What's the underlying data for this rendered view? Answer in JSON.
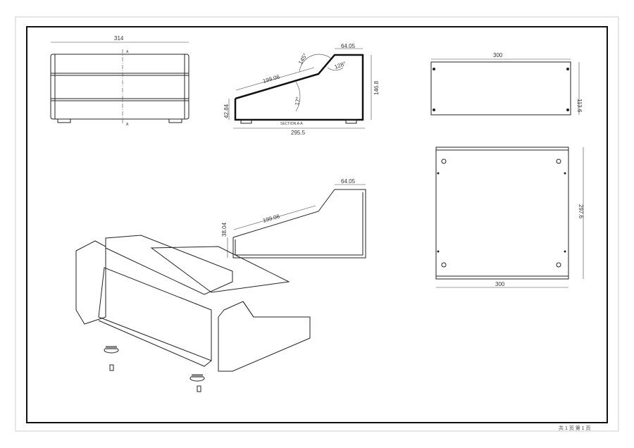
{
  "front_view": {
    "width_label": "314",
    "section_mark_top": "A",
    "section_mark_bottom": "A"
  },
  "section_view": {
    "title": "SECTION A-A",
    "angle_top": "145°",
    "angle_right": "128°",
    "angle_slope": "17°",
    "top_width": "64.05",
    "slope_length": "199.06",
    "front_height": "42.84",
    "total_height": "146.8",
    "total_width": "295.5"
  },
  "side_panel": {
    "top_width": "64.05",
    "slope_length": "199.06",
    "front_height": "38.04"
  },
  "top_plate": {
    "width": "300",
    "height": "113.6"
  },
  "bottom_plate": {
    "width": "300",
    "height": "297.6"
  },
  "footer": {
    "page_text": "共 1 页  第 1 页"
  }
}
